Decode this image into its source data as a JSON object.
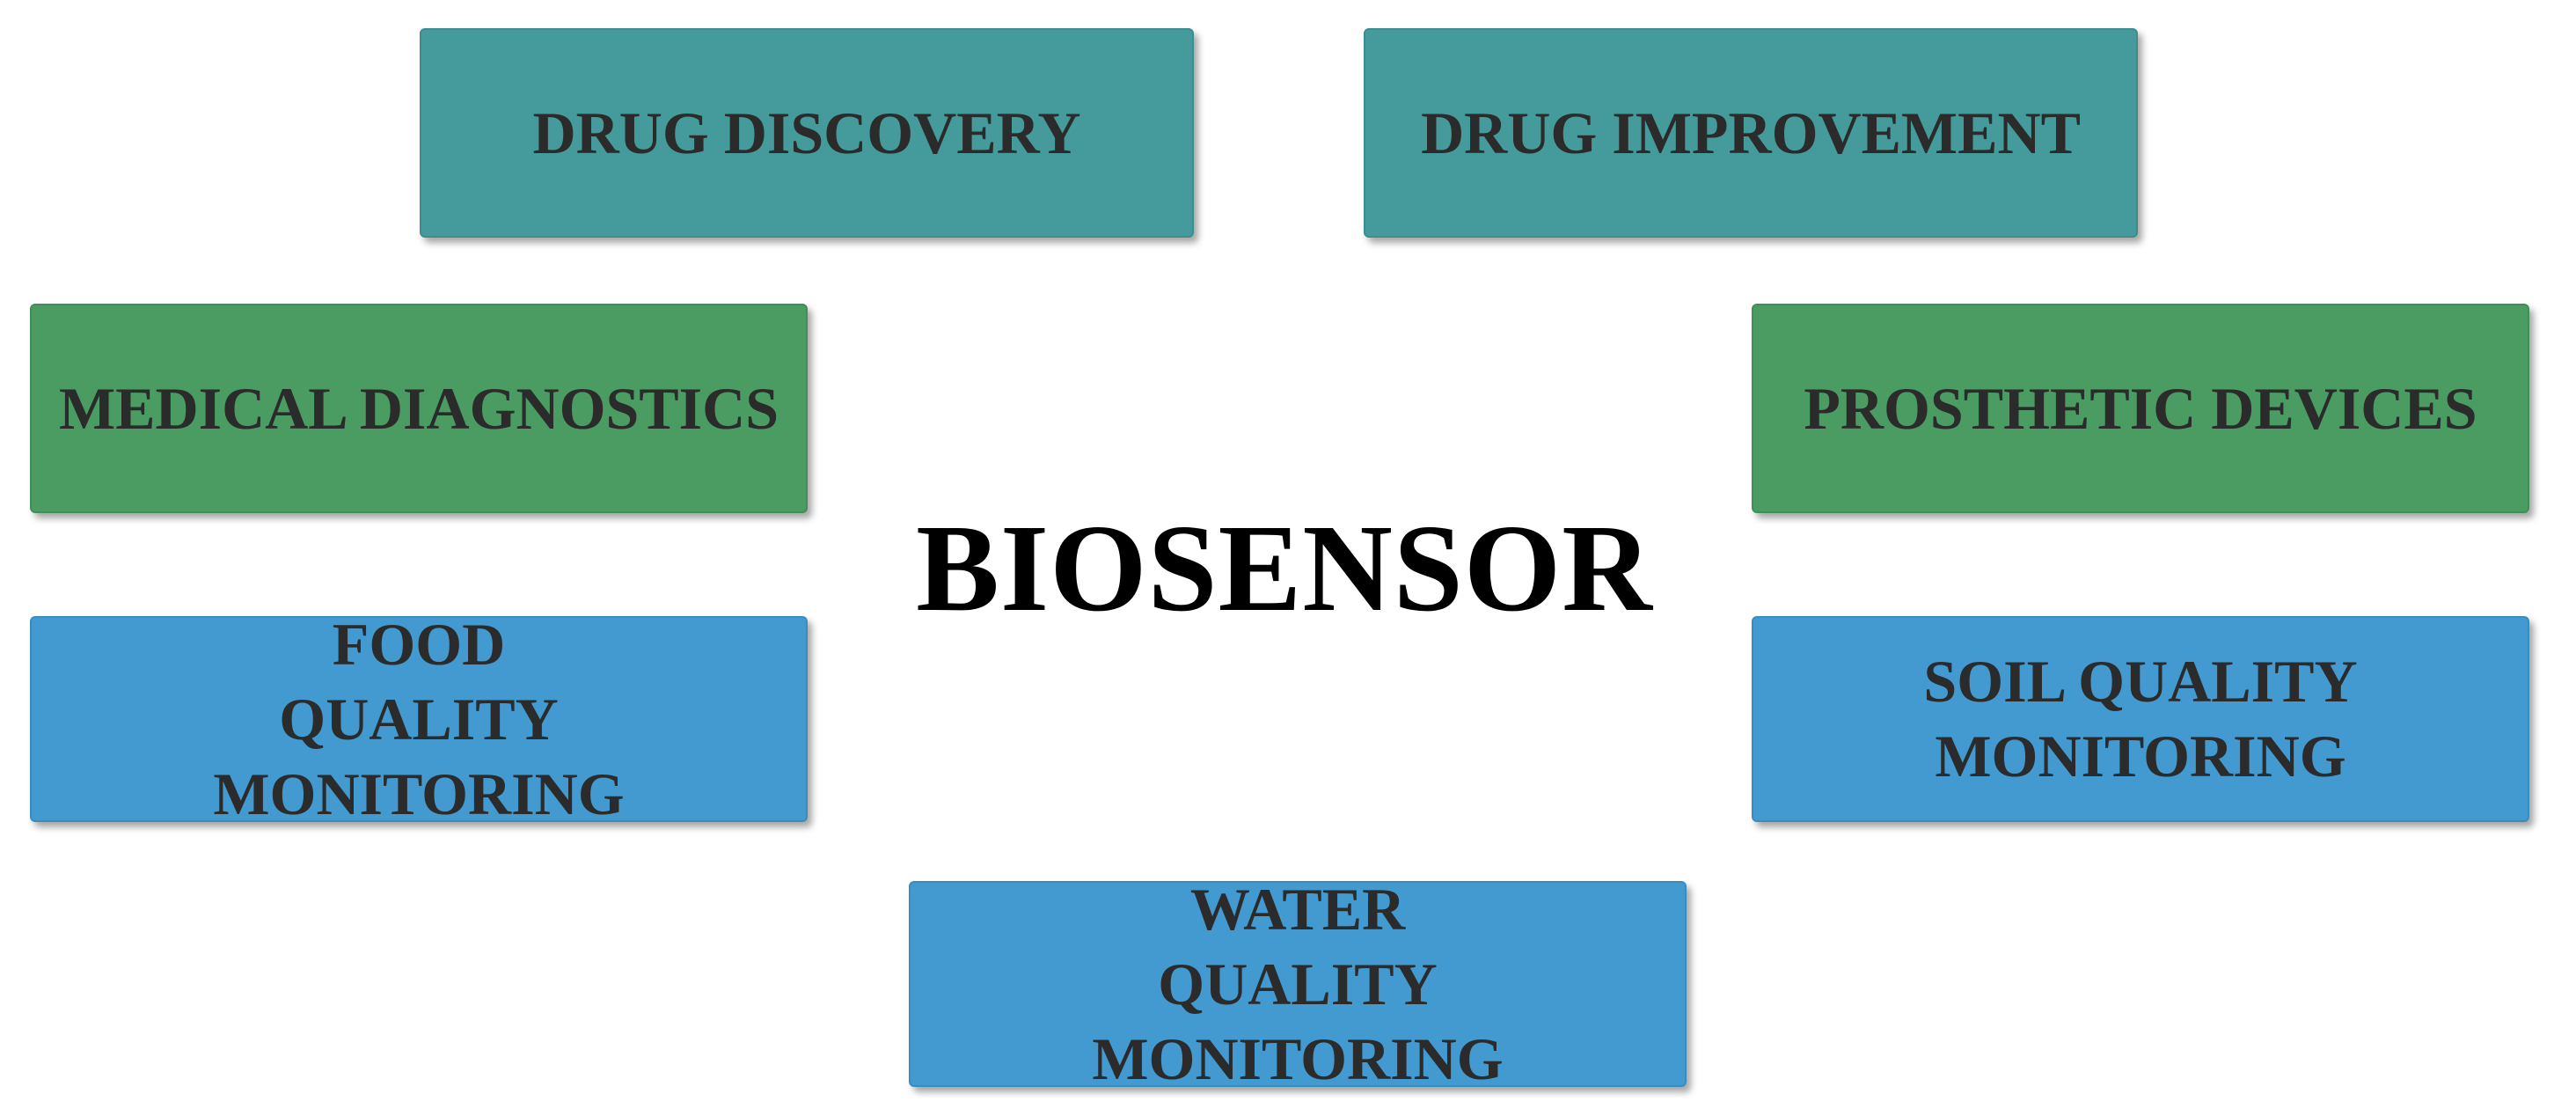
{
  "center_label": "BIOSENSOR",
  "applications": [
    {
      "id": "drug-discovery",
      "label": "DRUG DISCOVERY",
      "color": "#459a9c"
    },
    {
      "id": "drug-improvement",
      "label": "DRUG IMPROVEMENT",
      "color": "#459a9c"
    },
    {
      "id": "medical-diagnostics",
      "label": "MEDICAL DIAGNOSTICS",
      "color": "#4a9c62"
    },
    {
      "id": "prosthetic-devices",
      "label": "PROSTHETIC DEVICES",
      "color": "#4a9c62"
    },
    {
      "id": "food-quality-monitoring",
      "label": "FOOD QUALITY MONITORING",
      "color": "#429ad1"
    },
    {
      "id": "soil-quality-monitoring",
      "label": "SOIL QUALITY MONITORING",
      "color": "#429ad1"
    },
    {
      "id": "water-quality-monitoring",
      "label": "WATER QUALITY MONITORING",
      "color": "#429ad1"
    }
  ]
}
